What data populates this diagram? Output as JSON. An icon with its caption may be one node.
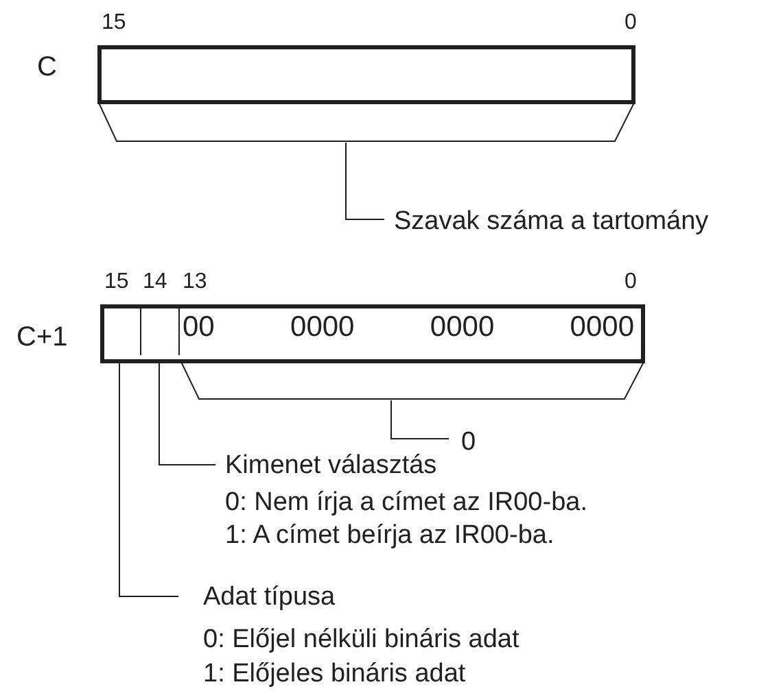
{
  "diagram": {
    "nodes": [
      {
        "text": [],
        "shape": "box",
        "beside": [
          "C"
        ]
      },
      {
        "text": [],
        "shape": "bracket"
      },
      {
        "text": [
          "Szavak száma a tartomány"
        ]
      },
      {
        "text": [],
        "shape": "box",
        "beside": [
          "C+1"
        ]
      },
      {
        "text": [],
        "shape": "box",
        "in": 3
      },
      {
        "text": [],
        "shape": "box",
        "in": 3
      },
      {
        "text": [
          "00 0000 0000 0000"
        ],
        "in": 3
      },
      {
        "text": [],
        "shape": "bracket"
      },
      {
        "text": [
          "0"
        ]
      },
      {
        "text": [
          "Kimenet választás",
          "0: Nem írja a címet az IR00-ba.",
          "1: A címet beírja az IR00-ba."
        ]
      },
      {
        "text": [
          "Adat típusa",
          "0: Előjel nélküli bináris adat",
          "1: Előjeles bináris adat"
        ]
      }
    ],
    "edges": [
      {
        "from": 2,
        "to": 1,
        "arrow": "none"
      },
      {
        "from": 8,
        "to": 7,
        "arrow": "none"
      },
      {
        "from": 9,
        "to": 5,
        "arrow": "none"
      },
      {
        "from": 10,
        "to": 4,
        "arrow": "none"
      }
    ],
    "labels": [
      "15",
      "0",
      "15",
      "14",
      "13",
      "0"
    ]
  }
}
